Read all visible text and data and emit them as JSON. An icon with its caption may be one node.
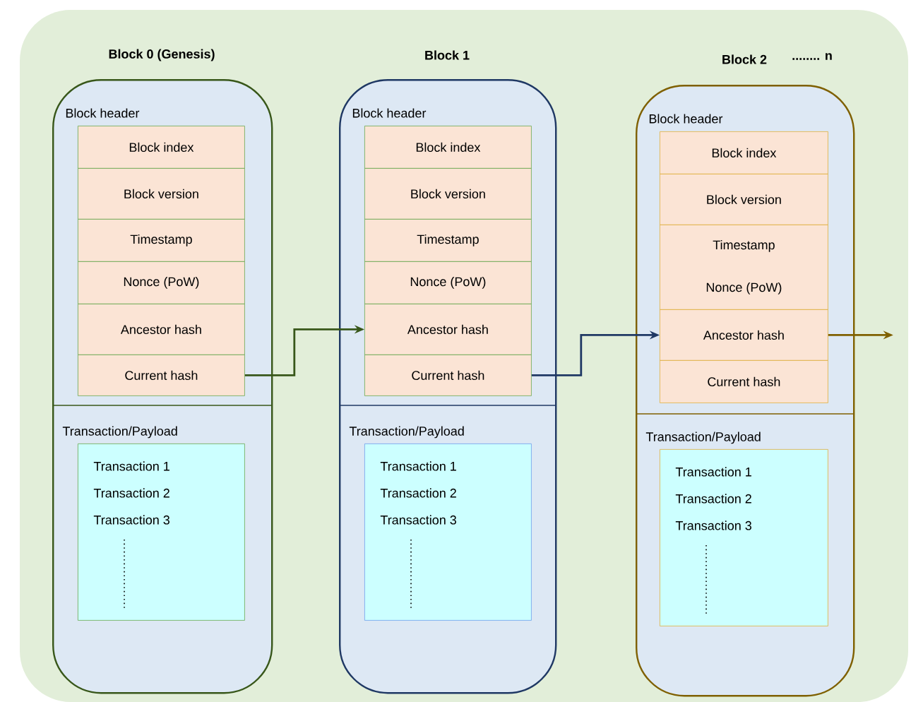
{
  "diagram": {
    "nodes": [
      {
        "text": [
          "Block 0 (Genesis)"
        ]
      },
      {
        "text": [
          "Block index"
        ],
        "in": 0
      },
      {
        "text": [
          "Block version"
        ],
        "in": 0
      },
      {
        "text": [
          "Timestamp"
        ],
        "in": 0
      },
      {
        "text": [
          "Nonce (PoW)"
        ],
        "in": 0
      },
      {
        "text": [
          "Ancestor hash"
        ],
        "in": 0
      },
      {
        "text": [
          "Current hash"
        ],
        "in": 0
      },
      {
        "text": [
          "Transaction 1",
          "Transaction 2",
          "Transaction 3"
        ],
        "in": 0
      },
      {
        "text": [
          "Block 1"
        ]
      },
      {
        "text": [
          "Block index"
        ],
        "in": 8
      },
      {
        "text": [
          "Block version"
        ],
        "in": 8
      },
      {
        "text": [
          "Timestamp"
        ],
        "in": 8
      },
      {
        "text": [
          "Nonce (PoW)"
        ],
        "in": 8
      },
      {
        "text": [
          "Ancestor hash"
        ],
        "in": 8
      },
      {
        "text": [
          "Current hash"
        ],
        "in": 8
      },
      {
        "text": [
          "Transaction 1",
          "Transaction 2",
          "Transaction 3"
        ],
        "in": 8
      },
      {
        "text": [
          "Block 2"
        ]
      },
      {
        "text": [
          "Block index"
        ],
        "in": 16
      },
      {
        "text": [
          "Block version"
        ],
        "in": 16
      },
      {
        "text": [
          "Timestamp",
          "Nonce (PoW)"
        ],
        "in": 16
      },
      {
        "text": [
          "Ancestor hash"
        ],
        "in": 16
      },
      {
        "text": [
          "Current hash"
        ],
        "in": 16
      },
      {
        "text": [
          "Transaction 1",
          "Transaction 2",
          "Transaction 3"
        ],
        "in": 16
      }
    ],
    "edges": [
      {
        "from": 6,
        "to": 13,
        "arrow": "to",
        "color": "#38571a"
      },
      {
        "from": 14,
        "to": 20,
        "arrow": "to",
        "color": "#1f3864"
      },
      {
        "from": 20,
        "to": null,
        "arrow": "to",
        "color": "#7f6000"
      }
    ],
    "labels": [
      "........ n",
      "Block header",
      "Block header",
      "Block header",
      "Transaction/Payload",
      "Transaction/Payload",
      "Transaction/Payload"
    ]
  }
}
